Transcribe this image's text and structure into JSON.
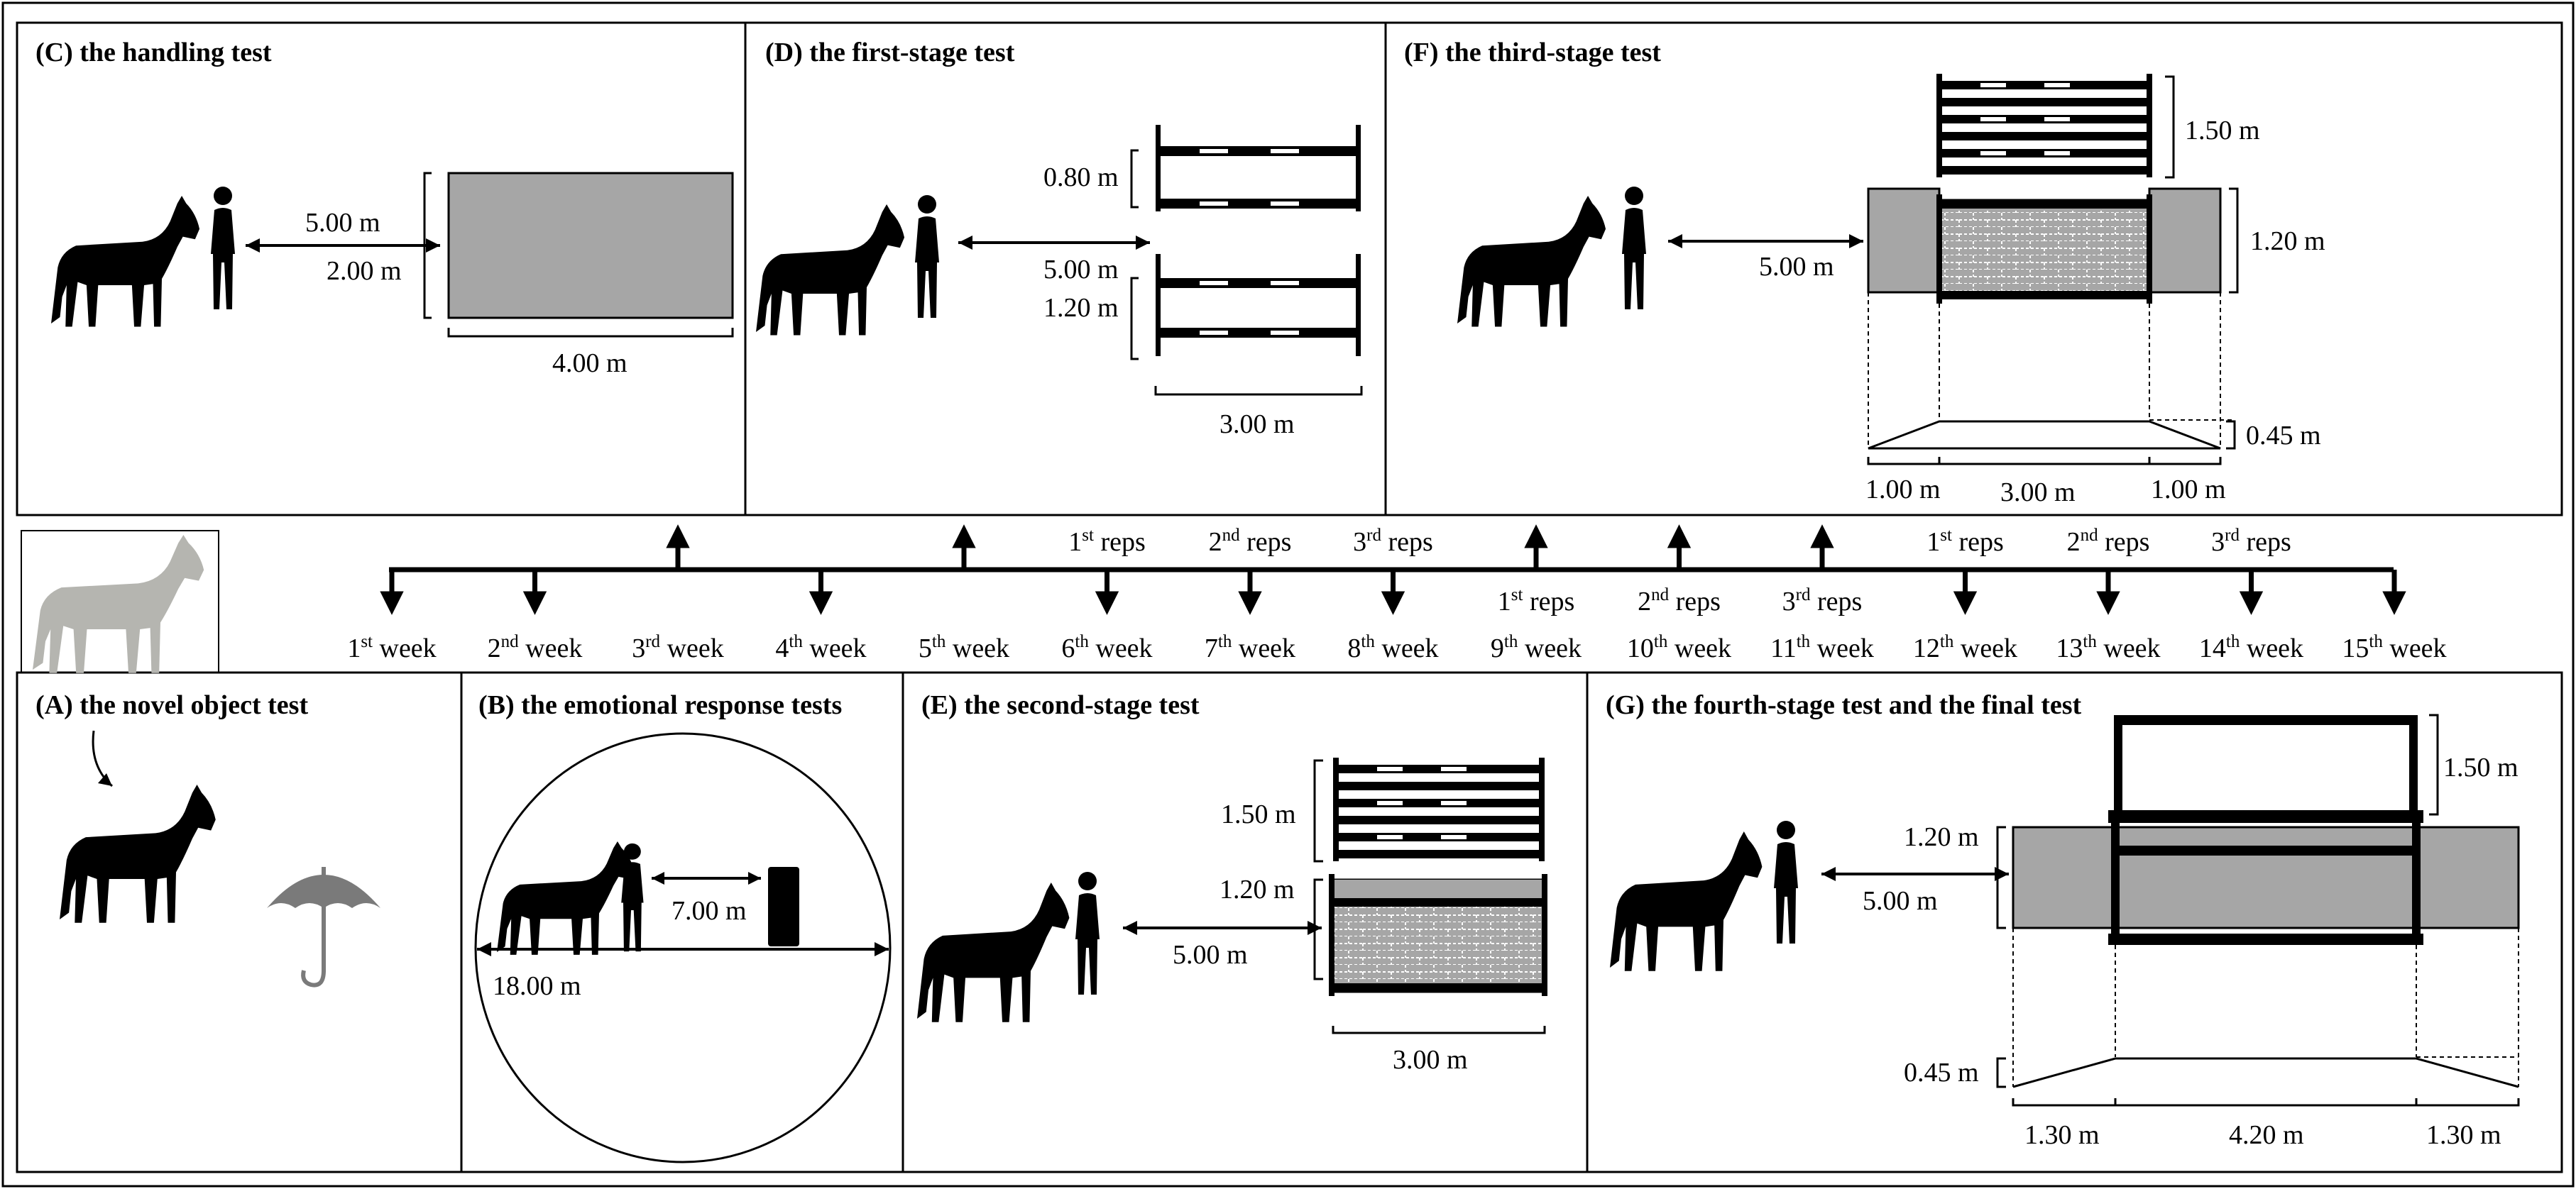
{
  "panels": {
    "C": {
      "title": "(C) the handling test",
      "dist": "5.00 m",
      "height": "2.00 m",
      "width": "4.00 m"
    },
    "D": {
      "title": "(D) the first-stage test",
      "h1": "0.80 m",
      "dist": "5.00 m",
      "h2": "1.20 m",
      "width": "3.00 m"
    },
    "F": {
      "title": "(F) the third-stage test",
      "h_top": "1.50 m",
      "dist": "5.00 m",
      "h_mid": "1.20 m",
      "ramp_h": "0.45 m",
      "w_left": "1.00 m",
      "w_mid": "3.00 m",
      "w_right": "1.00 m"
    },
    "A": {
      "title": "(A) the novel object test"
    },
    "B": {
      "title": "(B) the emotional response tests",
      "dist": "7.00 m",
      "diameter": "18.00 m"
    },
    "E": {
      "title": "(E) the second-stage test",
      "h_top": "1.50 m",
      "h_mid": "1.20 m",
      "dist": "5.00 m",
      "width": "3.00 m"
    },
    "G": {
      "title": "(G) the fourth-stage test and the final test",
      "h_top": "1.50 m",
      "h_mid": "1.20 m",
      "dist": "5.00 m",
      "ramp_h": "0.45 m",
      "w_left": "1.30 m",
      "w_mid": "4.20 m",
      "w_right": "1.30 m"
    }
  },
  "timeline": {
    "weeks": [
      {
        "n": "1",
        "sup": "st",
        "word": " week"
      },
      {
        "n": "2",
        "sup": "nd",
        "word": " week"
      },
      {
        "n": "3",
        "sup": "rd",
        "word": " week"
      },
      {
        "n": "4",
        "sup": "th",
        "word": " week"
      },
      {
        "n": "5",
        "sup": "th",
        "word": " week"
      },
      {
        "n": "6",
        "sup": "th",
        "word": " week"
      },
      {
        "n": "7",
        "sup": "th",
        "word": " week"
      },
      {
        "n": "8",
        "sup": "th",
        "word": " week"
      },
      {
        "n": "9",
        "sup": "th",
        "word": " week"
      },
      {
        "n": "10",
        "sup": "th",
        "word": " week"
      },
      {
        "n": "11",
        "sup": "th",
        "word": " week"
      },
      {
        "n": "12",
        "sup": "th",
        "word": " week"
      },
      {
        "n": "13",
        "sup": "th",
        "word": " week"
      },
      {
        "n": "14",
        "sup": "th",
        "word": " week"
      },
      {
        "n": "15",
        "sup": "th",
        "word": " week"
      }
    ],
    "reps_above": [
      {
        "n": "1",
        "sup": "st",
        "word": " reps"
      },
      {
        "n": "2",
        "sup": "nd",
        "word": " reps"
      },
      {
        "n": "3",
        "sup": "rd",
        "word": " reps"
      },
      {
        "n": "1",
        "sup": "st",
        "word": " reps"
      },
      {
        "n": "2",
        "sup": "nd",
        "word": " reps"
      },
      {
        "n": "3",
        "sup": "rd",
        "word": " reps"
      }
    ],
    "reps_below": [
      {
        "n": "1",
        "sup": "st",
        "word": " reps"
      },
      {
        "n": "2",
        "sup": "nd",
        "word": " reps"
      },
      {
        "n": "3",
        "sup": "rd",
        "word": " reps"
      }
    ]
  },
  "colors": {
    "gray_fill": "#a6a6a6",
    "light_horse": "#b5b5b0",
    "ink": "#000000"
  }
}
